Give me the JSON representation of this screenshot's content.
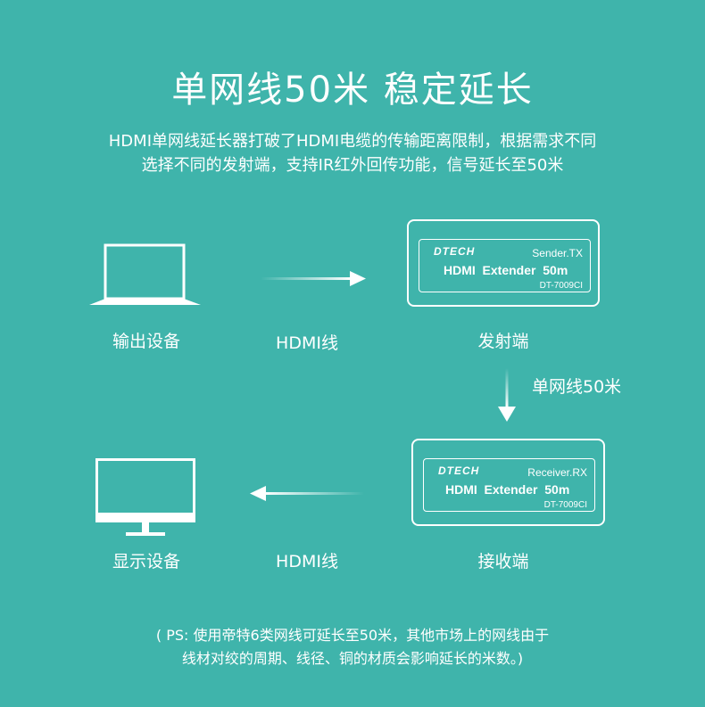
{
  "header": {
    "title": "单网线50米 稳定延长",
    "subtitle_line1": "HDMI单网线延长器打破了HDMI电缆的传输距离限制，根据需求不同",
    "subtitle_line2": "选择不同的发射端，支持IR红外回传功能，信号延长至50米"
  },
  "top_row": {
    "source_label": "输出设备",
    "cable_label": "HDMI线",
    "sender_label": "发射端"
  },
  "middle": {
    "link_label": "单网线50米"
  },
  "bottom_row": {
    "display_label": "显示设备",
    "cable_label": "HDMI线",
    "receiver_label": "接收端"
  },
  "sender": {
    "brand": "DTECH",
    "role": "Sender.TX",
    "name": "HDMI  Extender  50m",
    "model": "DT-7009CI"
  },
  "receiver": {
    "brand": "DTECH",
    "role": "Receiver.RX",
    "name": "HDMI  Extender  50m",
    "model": "DT-7009CI"
  },
  "footer": {
    "note_line1": "( PS: 使用帝特6类网线可延长至50米，其他市场上的网线由于",
    "note_line2": "线材对绞的周期、线径、铜的材质会影响延长的米数。)"
  },
  "colors": {
    "background": "#3fb4ab",
    "foreground": "#ffffff"
  },
  "icons": [
    "laptop-icon",
    "monitor-icon",
    "arrow-right-icon",
    "arrow-left-icon",
    "arrow-down-icon"
  ]
}
